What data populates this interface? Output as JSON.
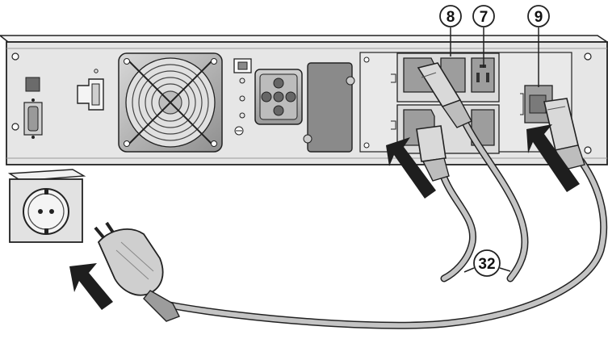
{
  "callouts": [
    {
      "id": "8",
      "label": "8"
    },
    {
      "id": "7",
      "label": "7"
    },
    {
      "id": "9",
      "label": "9"
    },
    {
      "id": "32",
      "label": "32"
    }
  ],
  "icons": [
    "wall-socket-icon",
    "power-plug-icon",
    "fan-grille-icon",
    "insertion-arrow-icon",
    "iec-outlet-icon",
    "iec-connector-icon"
  ],
  "colors": {
    "outline": "#222222",
    "panel": "#e6e6e6",
    "metal": "#b8b8b8",
    "dark": "#5a5a5a",
    "arrow": "#1e1e1e"
  }
}
